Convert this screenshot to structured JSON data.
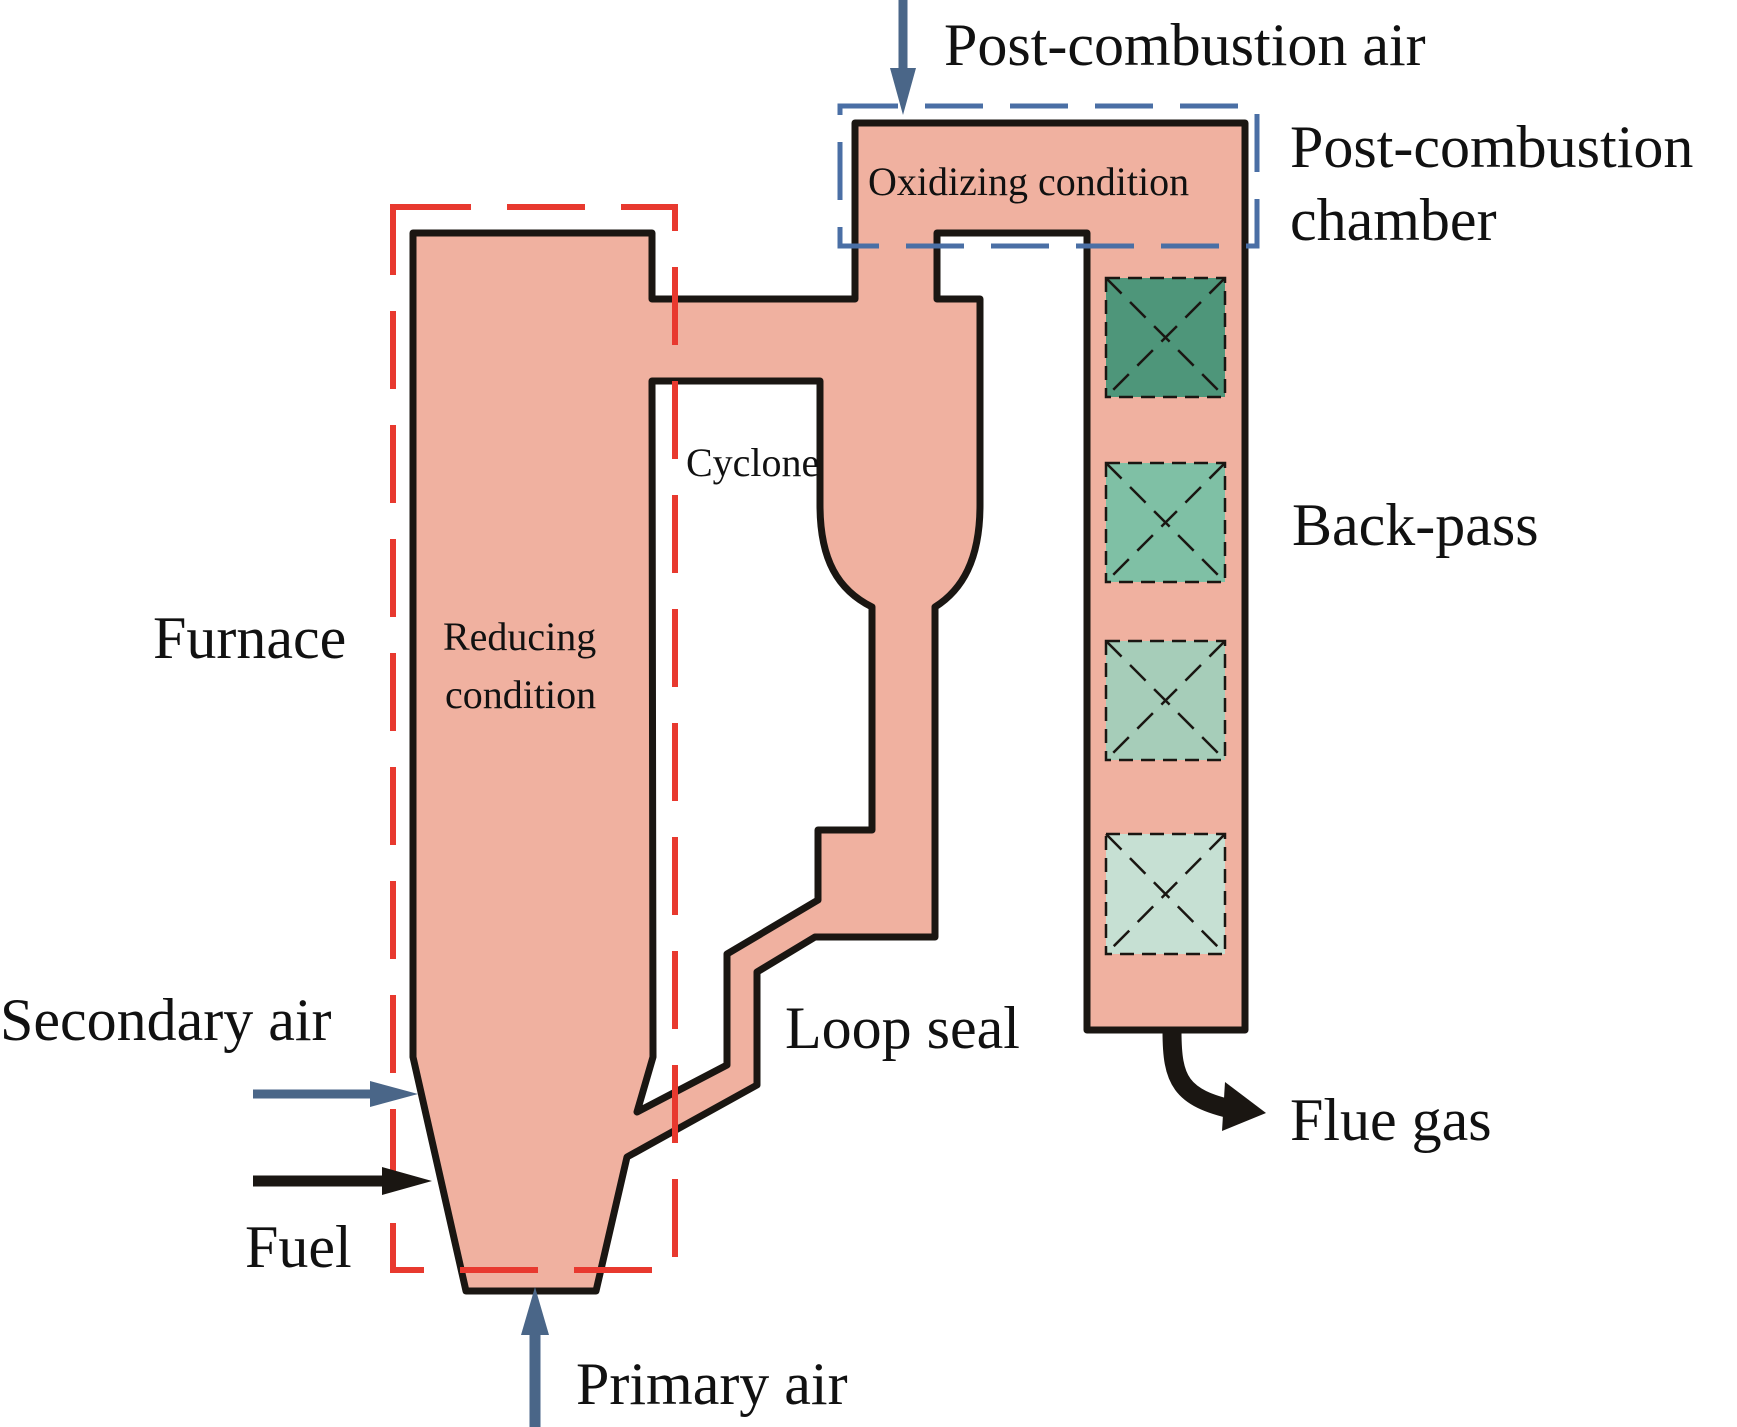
{
  "diagram": {
    "title": "Circulating fluidized bed combustor with post-combustion chamber",
    "colors": {
      "vessel_fill": "#f0b1a0",
      "outline": "#1a1612",
      "furnace_zone_dash": "#e8392f",
      "post_combustion_zone_dash": "#4a6fa5",
      "air_arrow": "#4a6688",
      "fuel_arrow": "#1a1612",
      "heat_exchanger_1": "#4e967a",
      "heat_exchanger_2": "#7fc0a5",
      "heat_exchanger_3": "#a6cdb9",
      "heat_exchanger_4": "#c6e0d3"
    },
    "labels": {
      "post_combustion_air": "Post-combustion air",
      "post_combustion_chamber_line1": "Post-combustion",
      "post_combustion_chamber_line2": "chamber",
      "oxidizing_condition": "Oxidizing condition",
      "cyclone": "Cyclone",
      "back_pass": "Back-pass",
      "furnace": "Furnace",
      "reducing_condition_line1": "Reducing",
      "reducing_condition_line2": "condition",
      "secondary_air": "Secondary air",
      "fuel": "Fuel",
      "loop_seal": "Loop seal",
      "flue_gas": "Flue gas",
      "primary_air": "Primary air"
    },
    "heat_exchangers": [
      {
        "name": "heat-exchanger-1",
        "shade": "darkest"
      },
      {
        "name": "heat-exchanger-2",
        "shade": "medium"
      },
      {
        "name": "heat-exchanger-3",
        "shade": "light"
      },
      {
        "name": "heat-exchanger-4",
        "shade": "lightest"
      }
    ]
  }
}
